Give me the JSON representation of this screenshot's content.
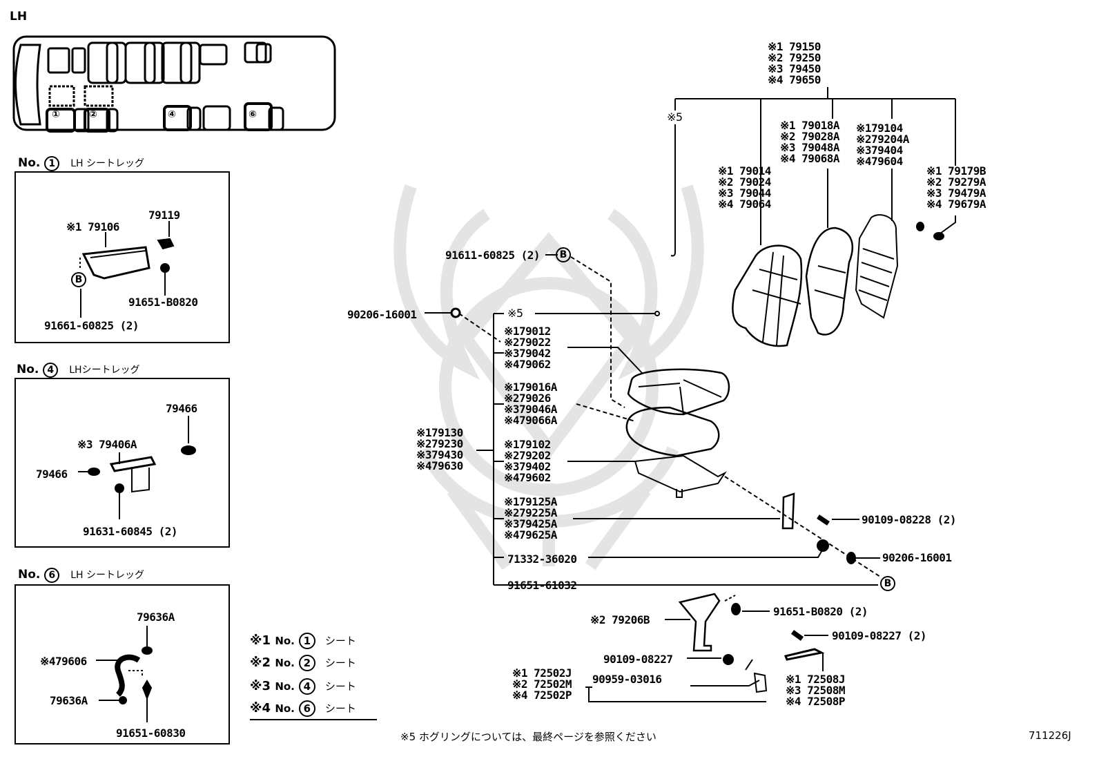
{
  "page": {
    "side_label": "LH",
    "diagram_code": "711226J",
    "footnote": "※5  ホグリングについては、最終ページを参照ください"
  },
  "layout_map": {
    "seat_markers": [
      "①",
      "②",
      "④",
      "⑥"
    ]
  },
  "panels": [
    {
      "no_label": "No.",
      "seat_number": "1",
      "title": "LH シートレッグ",
      "parts": {
        "leg": "※1 79106",
        "cap": "79119",
        "bolt": "91651-B0820",
        "bolt_b": "91661-60825 (2)",
        "ref": "B"
      }
    },
    {
      "no_label": "No.",
      "seat_number": "4",
      "title": "LHシートレッグ",
      "parts": {
        "cap_top": "79466",
        "leg": "※3 79406A",
        "cap_left": "79466",
        "bolt": "91631-60845 (2)"
      }
    },
    {
      "no_label": "No.",
      "seat_number": "6",
      "title": "LH シートレッグ",
      "parts": {
        "cap_top": "79636A",
        "leg": "※479606",
        "cap_left": "79636A",
        "bolt": "91651-60830"
      }
    }
  ],
  "legend": [
    {
      "key": "※1",
      "no": "No.",
      "seat": "1",
      "label": "シート"
    },
    {
      "key": "※2",
      "no": "No.",
      "seat": "2",
      "label": "シート"
    },
    {
      "key": "※3",
      "no": "No.",
      "seat": "4",
      "label": "シート"
    },
    {
      "key": "※4",
      "no": "No.",
      "seat": "6",
      "label": "シート"
    }
  ],
  "main": {
    "seat_assy": [
      "※1  79150",
      "※2  79250",
      "※3  79450",
      "※4  79650"
    ],
    "hog_ring_top": "※5",
    "hog_ring_mid": "※5",
    "back_cover": [
      "※1 79014",
      "※2 79024",
      "※3 79044",
      "※4 79064"
    ],
    "back_pad": [
      "※1 79018A",
      "※2 79028A",
      "※3 79048A",
      "※4 79068A"
    ],
    "back_frame": [
      "※179104",
      "※279204A",
      "※379404",
      "※479604"
    ],
    "headrest_support": [
      "※1 79179B",
      "※2 79279A",
      "※3 79479A",
      "※4 79679A"
    ],
    "bolt_b_top": "91611-60825 (2)",
    "ref_b": "B",
    "nut_left": "90206-16001",
    "cushion_assy": [
      "※179130",
      "※279230",
      "※379430",
      "※479630"
    ],
    "cushion_cover": [
      "※179012",
      "※279022",
      "※379042",
      "※479062"
    ],
    "cushion_pad": [
      "※179016A",
      "※279026",
      "※379046A",
      "※479066A"
    ],
    "cushion_frame": [
      "※179102",
      "※279202",
      "※379402",
      "※479602"
    ],
    "hinge_cover": [
      "※179125A",
      "※279225A",
      "※379425A",
      "※479625A"
    ],
    "screw_right": "90109-08228 (2)",
    "knob": "71332-36020",
    "nut_right": "90206-16001",
    "bolt_bottom": "91651-61032",
    "leg2": "※2 79206B",
    "bolt_leg2": "91651-B0820 (2)",
    "screw_leg2": "90109-08227 (2)",
    "screw_single": "90109-08227",
    "clip": "90959-03016",
    "lever": [
      "※1 72502J",
      "※2 72502M",
      "※4 72502P"
    ],
    "link": [
      "※1 72508J",
      "※3 72508M",
      "※4 72508P"
    ]
  }
}
